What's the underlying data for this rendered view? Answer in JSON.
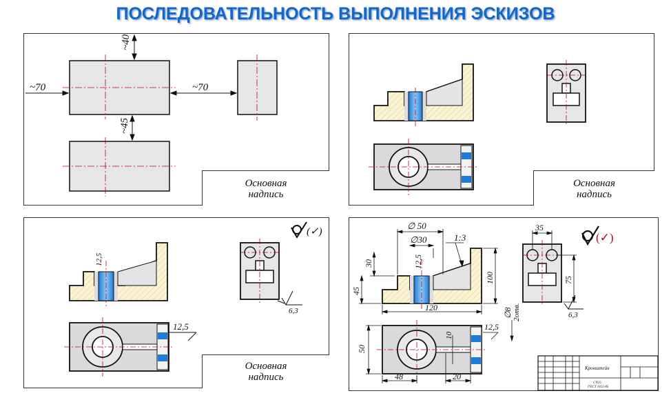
{
  "title": "ПОСЛЕДОВАТЕЛЬНОСТЬ ВЫПОЛНЕНИЯ ЭСКИЗОВ",
  "stamp": {
    "line1": "Основная",
    "line2": "надпись"
  },
  "panel1": {
    "dim_top": "~40",
    "dim_left": "~70",
    "dim_mid": "~70",
    "dim_gap": "~45"
  },
  "panel3": {
    "dim_hole": "12,5",
    "dim_slot": "12,5",
    "roughness": "6,3",
    "roughness_symbol": "(✓)"
  },
  "panel4": {
    "dim_d50": "∅ 50",
    "dim_d30": "∅30",
    "dim_slope": "1:3",
    "dim_125a": "12,5",
    "dim_30": "30",
    "dim_45": "45",
    "dim_100": "100",
    "dim_120": "120",
    "dim_35": "35",
    "dim_75": "75",
    "roughness": "6,3",
    "roughness_symbol": "(✓)",
    "dim_125b": "12,5",
    "dim_d8": "∅8",
    "dim_holes": "2отв.",
    "dim_10": "10",
    "dim_50": "50",
    "dim_48": "48",
    "dim_20": "20",
    "tb_name": "Кронштейн",
    "tb_code1": "СЧ15",
    "tb_code2": "ГОСТ 1412-85"
  }
}
